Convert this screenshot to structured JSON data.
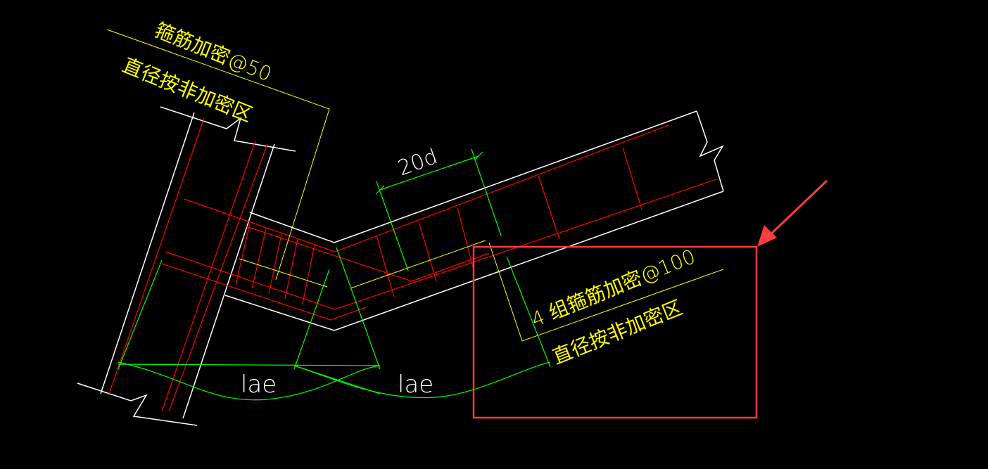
{
  "labels": {
    "top_note_line1": "箍筋加密@50",
    "top_note_line2": "直径按非加密区",
    "dim_20d": "20d",
    "lae_left": "lae",
    "lae_right": "lae",
    "right_note_line1": "4 组箍筋加密@100",
    "right_note_line2": "直径按非加密区"
  },
  "colors": {
    "background": "#000000",
    "outline": "#ffffff",
    "rebar": "#ff0000",
    "dimension": "#00ff00",
    "annotation": "#ffff00",
    "highlight": "#ff3b3b"
  }
}
